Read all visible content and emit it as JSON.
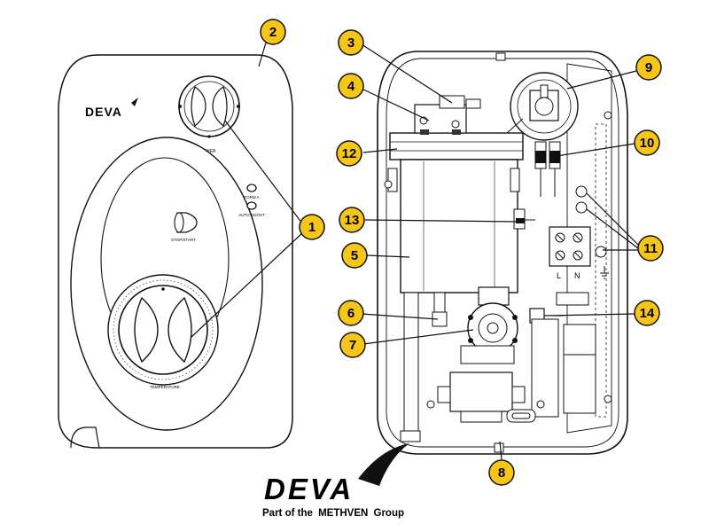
{
  "front_unit": {
    "logo_text": "DEVA",
    "labels": {
      "power": "POWER",
      "form_aid": "FORM A",
      "auto_boost": "AUTO BOOST",
      "stop_start": "STOP/START",
      "temperature": "TEMPERATURE"
    }
  },
  "inside_unit": {
    "terminal_labels": [
      "L",
      "N"
    ]
  },
  "callouts": [
    "1",
    "2",
    "3",
    "4",
    "5",
    "6",
    "7",
    "8",
    "9",
    "10",
    "11",
    "12",
    "13",
    "14"
  ],
  "brand": {
    "logo_text": "DEVA",
    "tagline_prefix": "Part of the",
    "tagline_brand": "METHVEN",
    "tagline_suffix": "Group"
  },
  "colors": {
    "callout_fill": "#F5C518",
    "callout_stroke": "#111111",
    "line": "#111111",
    "body": "#ffffff"
  }
}
